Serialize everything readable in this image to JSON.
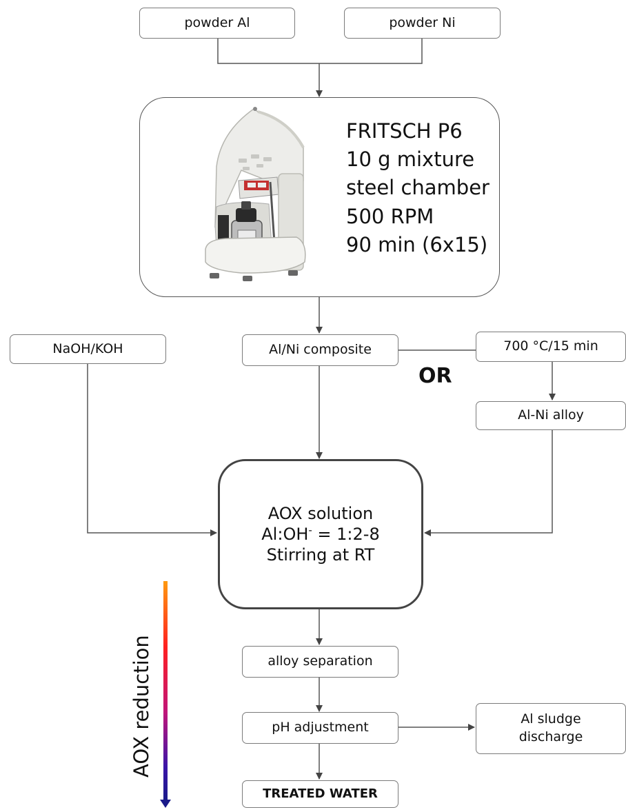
{
  "inputs": {
    "powder_al": "powder Al",
    "powder_ni": "powder Ni"
  },
  "mill": {
    "image_icon": "planetary-ball-mill-icon",
    "lines": [
      "FRITSCH P6",
      "10 g mixture",
      "steel chamber",
      "500 RPM",
      "90 min (6x15)"
    ]
  },
  "reagent": "NaOH/KOH",
  "composite": "Al/Ni composite",
  "heat_treatment": "700 °C/15 min",
  "or_label": "OR",
  "alloy": "Al-Ni alloy",
  "reactor": {
    "line1": "AOX solution",
    "line2_prefix": "Al:OH",
    "line2_sup": "-",
    "line2_suffix": " = 1:2-8",
    "line3": "Stirring at RT"
  },
  "separation": "alloy separation",
  "ph_adjustment": "pH adjustment",
  "sludge": "Al sludge discharge",
  "output": "TREATED WATER",
  "gradient_label": "AOX reduction",
  "colors": {
    "gradient_top": "#ff9a10",
    "gradient_mid": "#ff2020",
    "gradient_bottom": "#1a1a8a"
  }
}
